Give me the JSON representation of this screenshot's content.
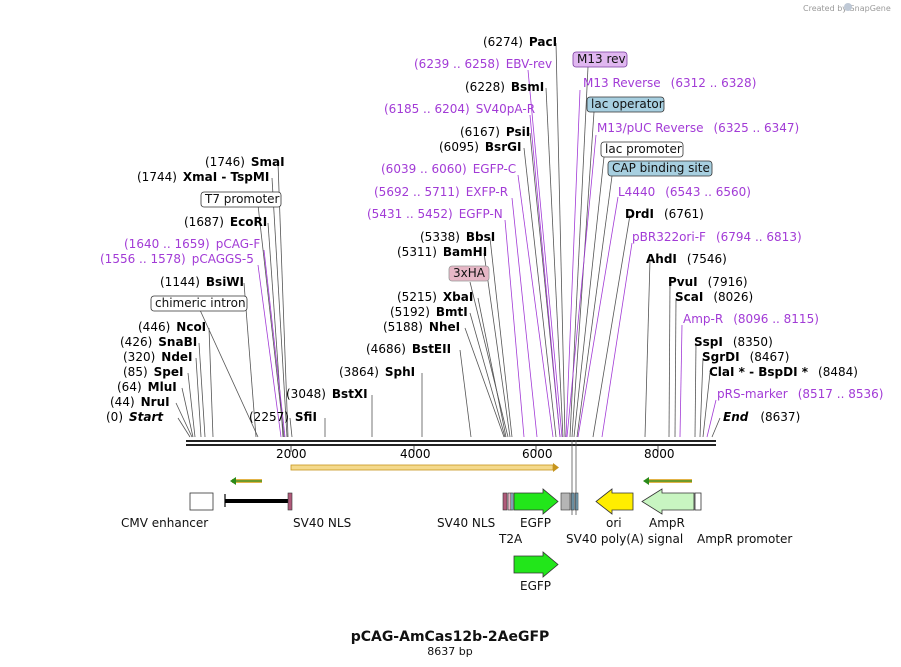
{
  "credit": "Created by SnapGene",
  "title": "pCAG-AmCas12b-2AeGFP",
  "length_text": "8637 bp",
  "colors": {
    "primer": "#a23bd6",
    "cut_line": "#555555",
    "orf": "#e2b347",
    "egfp": "#22e61a",
    "ori": "#ffee00",
    "ampr": "#c8f5c1",
    "lac": "#a7cfe0",
    "hA": "#e6b7c6"
  },
  "sites": [
    {
      "pos": "(0)",
      "name": "Start",
      "style": "italic"
    },
    {
      "pos": "(44)",
      "name": "NruI"
    },
    {
      "pos": "(64)",
      "name": "MluI"
    },
    {
      "pos": "(85)",
      "name": "SpeI"
    },
    {
      "pos": "(320)",
      "name": "NdeI"
    },
    {
      "pos": "(426)",
      "name": "SnaBI"
    },
    {
      "pos": "(446)",
      "name": "NcoI"
    },
    {
      "pos": "(1144)",
      "name": "BsiWI"
    },
    {
      "pos": "(1687)",
      "name": "EcoRI"
    },
    {
      "pos": "(1744)",
      "name": "XmaI  -  TspMI"
    },
    {
      "pos": "(1746)",
      "name": "SmaI"
    },
    {
      "pos": "(2257)",
      "name": "SfiI"
    },
    {
      "pos": "(3048)",
      "name": "BstXI"
    },
    {
      "pos": "(3864)",
      "name": "SphI"
    },
    {
      "pos": "(4686)",
      "name": "BstEII"
    },
    {
      "pos": "(5188)",
      "name": "NheI"
    },
    {
      "pos": "(5192)",
      "name": "BmtI"
    },
    {
      "pos": "(5215)",
      "name": "XbaI"
    },
    {
      "pos": "(5311)",
      "name": "BamHI"
    },
    {
      "pos": "(5338)",
      "name": "BbsI"
    },
    {
      "pos": "(6095)",
      "name": "BsrGI"
    },
    {
      "pos": "(6167)",
      "name": "PsiI"
    },
    {
      "pos": "(6228)",
      "name": "BsmI"
    },
    {
      "pos": "(6274)",
      "name": "PacI"
    },
    {
      "pos": "(6761)",
      "name": "DrdI"
    },
    {
      "pos": "(7546)",
      "name": "AhdI"
    },
    {
      "pos": "(7916)",
      "name": "PvuI"
    },
    {
      "pos": "(8026)",
      "name": "ScaI"
    },
    {
      "pos": "(8350)",
      "name": "SspI"
    },
    {
      "pos": "(8467)",
      "name": "SgrDI"
    },
    {
      "pos": "(8484)",
      "name": "ClaI *  -  BspDI *"
    },
    {
      "pos": "(8637)",
      "name": "End",
      "style": "italic"
    }
  ],
  "primers": [
    {
      "range": "(1556 .. 1578)",
      "name": "pCAGGS-5"
    },
    {
      "range": "(1640 .. 1659)",
      "name": "pCAG-F"
    },
    {
      "range": "(5431 .. 5452)",
      "name": "EGFP-N"
    },
    {
      "range": "(5692 .. 5711)",
      "name": "EXFP-R"
    },
    {
      "range": "(6039 .. 6060)",
      "name": "EGFP-C"
    },
    {
      "range": "(6185 .. 6204)",
      "name": "SV40pA-R"
    },
    {
      "range": "(6239 .. 6258)",
      "name": "EBV-rev"
    },
    {
      "range": "(6312 .. 6328)",
      "name": "M13 Reverse"
    },
    {
      "range": "(6325 .. 6347)",
      "name": "M13/pUC Reverse"
    },
    {
      "range": "(6543 .. 6560)",
      "name": "L4440"
    },
    {
      "range": "(6794 .. 6813)",
      "name": "pBR322ori-F"
    },
    {
      "range": "(8096 .. 8115)",
      "name": "Amp-R"
    },
    {
      "range": "(8517 .. 8536)",
      "name": "pRS-marker"
    }
  ],
  "boxed_labels": [
    "T7 promoter",
    "chimeric intron",
    "3xHA",
    "M13 rev",
    "lac operator",
    "lac promoter",
    "CAP binding site"
  ],
  "ticks": [
    "2000",
    "4000",
    "6000",
    "8000"
  ],
  "features": [
    "CMV enhancer",
    "SV40 NLS",
    "SV40 NLS",
    "EGFP",
    "T2A",
    "EGFP",
    "SV40 poly(A) signal",
    "ori",
    "AmpR",
    "AmpR promoter"
  ]
}
